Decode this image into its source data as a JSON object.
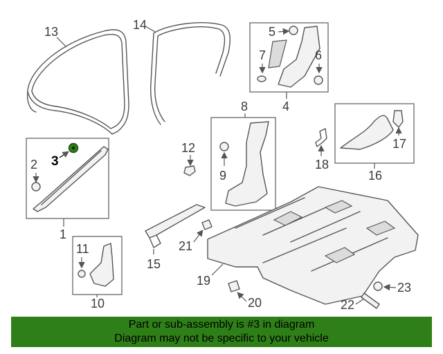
{
  "labels": {
    "p1": "1",
    "p2": "2",
    "p3": "3",
    "p4": "4",
    "p5": "5",
    "p6": "6",
    "p7": "7",
    "p8": "8",
    "p9": "9",
    "p10": "10",
    "p11": "11",
    "p12": "12",
    "p13": "13",
    "p14": "14",
    "p15": "15",
    "p16": "16",
    "p17": "17",
    "p18": "18",
    "p19": "19",
    "p20": "20",
    "p21": "21",
    "p22": "22",
    "p23": "23"
  },
  "highlight": {
    "part": "3",
    "color": "#2f7f18"
  },
  "banner": {
    "line1": "Part or sub-assembly is #3 in diagram",
    "line2": "Diagram may not be specific to your vehicle",
    "background": "#2f7f18"
  }
}
